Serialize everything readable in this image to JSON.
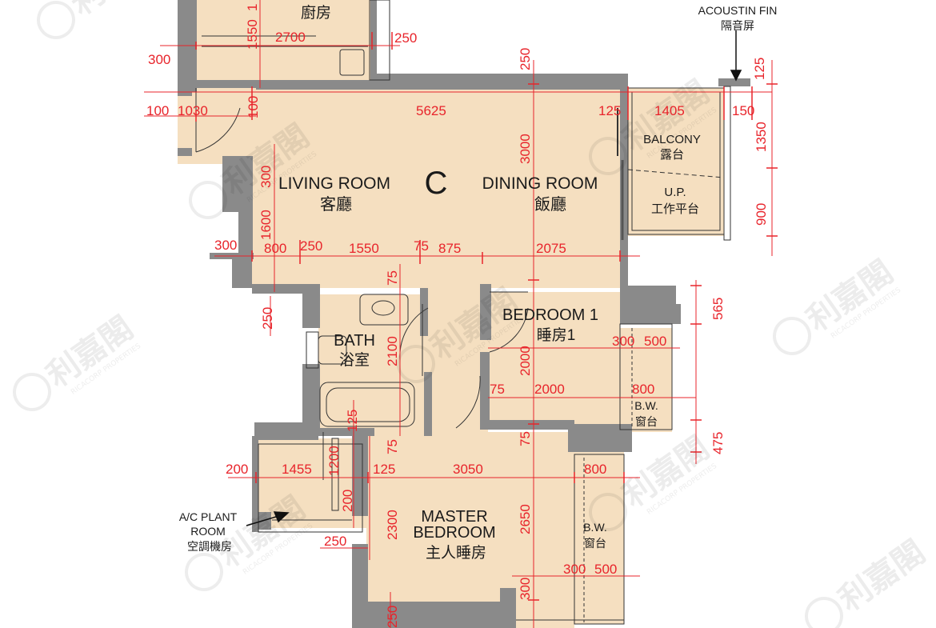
{
  "unit_label": "C",
  "rooms": {
    "kitchen": {
      "cn": "廚房"
    },
    "living": {
      "en": "LIVING ROOM",
      "cn": "客廳"
    },
    "dining": {
      "en": "DINING ROOM",
      "cn": "飯廳"
    },
    "balcony": {
      "en": "BALCONY",
      "cn": "露台"
    },
    "utility": {
      "en": "U.P.",
      "cn": "工作平台"
    },
    "bedroom1": {
      "en": "BEDROOM 1",
      "cn": "睡房1"
    },
    "bath": {
      "en": "BATH",
      "cn": "浴室"
    },
    "bw1": {
      "en": "B.W.",
      "cn": "窗台"
    },
    "master": {
      "en1": "MASTER",
      "en2": "BEDROOM",
      "cn": "主人睡房"
    },
    "bw2": {
      "en": "B.W.",
      "cn": "窗台"
    },
    "acplant": {
      "en1": "A/C PLANT",
      "en2": "ROOM",
      "cn": "空調機房"
    },
    "fin": {
      "en": "ACOUSTIN FIN",
      "cn": "隔音屏"
    }
  },
  "watermark": {
    "cn": "利嘉閣",
    "en": "RICACORP PROPERTIES"
  },
  "dimensions": {
    "k1550": "1550",
    "k1": "1",
    "k2700": "2700",
    "k250a": "250",
    "k300a": "300",
    "t250": "250",
    "t125": "125",
    "d100a": "100",
    "d1030": "1030",
    "d100b": "100",
    "d5625": "5625",
    "d125a": "125",
    "d1405": "1405",
    "d150": "150",
    "d1350": "1350",
    "d900": "900",
    "d3000": "3000",
    "d300b": "300",
    "d1600": "1600",
    "r300": "300",
    "r800": "800",
    "r250": "250",
    "r1550": "1550",
    "r75": "75",
    "r875": "875",
    "r2075": "2075",
    "b75a": "75",
    "b250": "250",
    "b2100": "2100",
    "b565": "565",
    "b2000a": "2000",
    "b300": "300",
    "b500": "500",
    "b75b": "75",
    "b2000b": "2000",
    "b800a": "800",
    "b475": "475",
    "b125": "125",
    "b75c": "75",
    "b75d": "75",
    "m200a": "200",
    "m1455": "1455",
    "m1200": "1200",
    "m125": "125",
    "m3050": "3050",
    "m800": "800",
    "m200b": "200",
    "m2300": "2300",
    "m2650": "2650",
    "m250": "250",
    "m300a": "300",
    "m500": "500",
    "m300b": "300",
    "m250b": "250"
  }
}
